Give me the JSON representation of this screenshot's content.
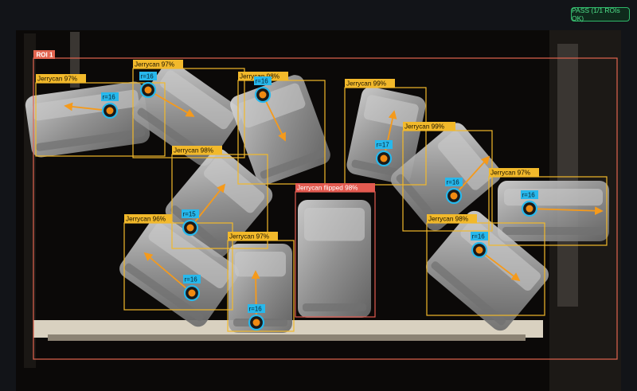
{
  "status": {
    "label": "PASS (1/1 ROIs OK)",
    "color": "#4fe08a"
  },
  "roi": {
    "label": "ROI 1",
    "color": "#e2644f"
  },
  "colors": {
    "ok": "#f2b92b",
    "flipped": "#e35a50",
    "arrow": "#f59a1b",
    "radius_tag": "#27b8ec",
    "cap": "#f08a12"
  },
  "detections": [
    {
      "label": "Jerrycan 97%",
      "radius_label": "r=16",
      "state": "ok"
    },
    {
      "label": "Jerrycan 97%",
      "radius_label": "r=16",
      "state": "ok"
    },
    {
      "label": "Jerrycan 98%",
      "radius_label": "r=16",
      "state": "ok"
    },
    {
      "label": "Jerrycan 99%",
      "radius_label": "r=17",
      "state": "ok"
    },
    {
      "label": "Jerrycan 99%",
      "radius_label": "r=16",
      "state": "ok"
    },
    {
      "label": "Jerrycan 97%",
      "radius_label": "r=16",
      "state": "ok"
    },
    {
      "label": "Jerrycan 98%",
      "radius_label": "r=15",
      "state": "ok"
    },
    {
      "label": "Jerrycan 96%",
      "radius_label": "r=16",
      "state": "ok"
    },
    {
      "label": "Jerrycan 97%",
      "radius_label": "r=16",
      "state": "ok"
    },
    {
      "label": "Jerrycan flipped 98%",
      "radius_label": "",
      "state": "flipped"
    },
    {
      "label": "Jerrycan 98%",
      "radius_label": "r=16",
      "state": "ok"
    }
  ]
}
